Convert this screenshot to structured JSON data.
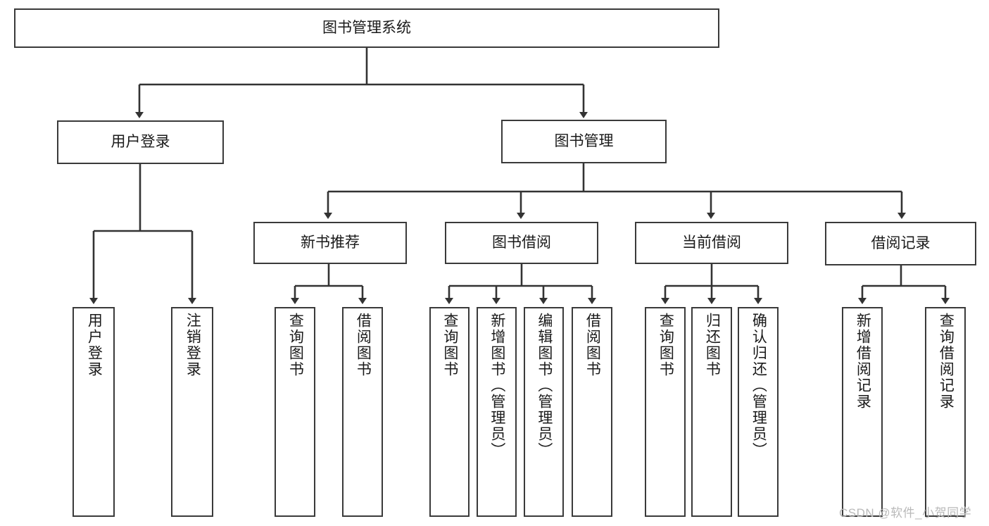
{
  "diagram": {
    "type": "org-tree",
    "title": "图书管理系统",
    "watermark": "CSDN @软件_小贺同学",
    "colors": {
      "box_border": "#3a3a3a",
      "box_fill": "#ffffff",
      "edge": "#333333",
      "text": "#1a1a1a",
      "watermark": "#b9b9b9"
    },
    "nodes": {
      "root": {
        "label": "图书管理系统",
        "level": 1,
        "orientation": "horizontal"
      },
      "l2": [
        {
          "id": "user-login",
          "label": "用户登录",
          "level": 2,
          "orientation": "horizontal"
        },
        {
          "id": "book-manage",
          "label": "图书管理",
          "level": 2,
          "orientation": "horizontal"
        }
      ],
      "l3": [
        {
          "id": "new-book-recommend",
          "label": "新书推荐",
          "level": 3,
          "orientation": "horizontal"
        },
        {
          "id": "book-borrow",
          "label": "图书借阅",
          "level": 3,
          "orientation": "horizontal"
        },
        {
          "id": "current-borrow",
          "label": "当前借阅",
          "level": 3,
          "orientation": "horizontal"
        },
        {
          "id": "borrow-record",
          "label": "借阅记录",
          "level": 3,
          "orientation": "horizontal"
        }
      ],
      "leaves": [
        {
          "id": "leaf-user-login",
          "parent": "user-login",
          "label": "用户登录",
          "orientation": "vertical"
        },
        {
          "id": "leaf-user-logout",
          "parent": "user-login",
          "label": "注销登录",
          "orientation": "vertical"
        },
        {
          "id": "leaf-query-book-1",
          "parent": "new-book-recommend",
          "label": "查询图书",
          "orientation": "vertical"
        },
        {
          "id": "leaf-borrow-book-1",
          "parent": "new-book-recommend",
          "label": "借阅图书",
          "orientation": "vertical"
        },
        {
          "id": "leaf-query-book-2",
          "parent": "book-borrow",
          "label": "查询图书",
          "orientation": "vertical"
        },
        {
          "id": "leaf-add-book",
          "parent": "book-borrow",
          "label": "新增图书（管理员）",
          "orientation": "vertical"
        },
        {
          "id": "leaf-edit-book",
          "parent": "book-borrow",
          "label": "编辑图书（管理员）",
          "orientation": "vertical"
        },
        {
          "id": "leaf-borrow-book-2",
          "parent": "book-borrow",
          "label": "借阅图书",
          "orientation": "vertical"
        },
        {
          "id": "leaf-query-book-3",
          "parent": "current-borrow",
          "label": "查询图书",
          "orientation": "vertical"
        },
        {
          "id": "leaf-return-book",
          "parent": "current-borrow",
          "label": "归还图书",
          "orientation": "vertical"
        },
        {
          "id": "leaf-confirm-return",
          "parent": "current-borrow",
          "label": "确认归还（管理员）",
          "orientation": "vertical"
        },
        {
          "id": "leaf-add-record",
          "parent": "borrow-record",
          "label": "新增借阅记录",
          "orientation": "vertical"
        },
        {
          "id": "leaf-query-record",
          "parent": "borrow-record",
          "label": "查询借阅记录",
          "orientation": "vertical"
        }
      ]
    }
  }
}
